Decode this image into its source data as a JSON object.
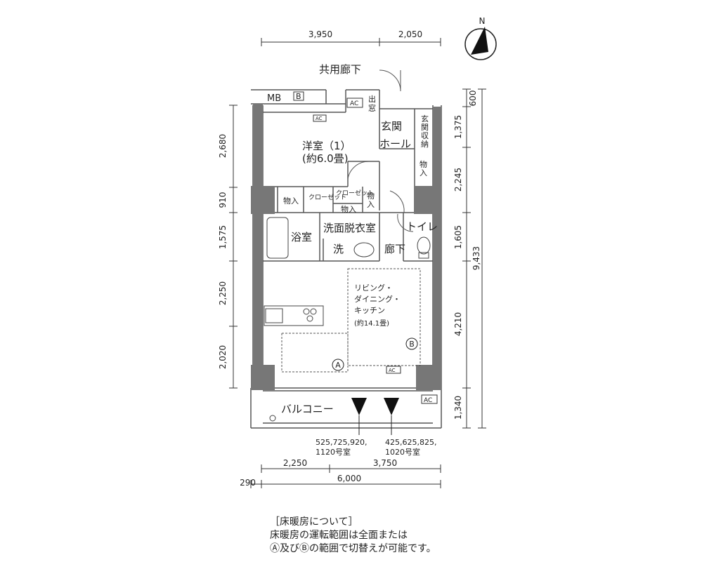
{
  "dimensions": {
    "top": [
      "3,950",
      "2,050"
    ],
    "bottom_upper": [
      "2,250",
      "3,750"
    ],
    "bottom_lower_left": "290",
    "bottom_lower": "6,000",
    "left": [
      "2,680",
      "910",
      "1,575",
      "2,250",
      "2,020"
    ],
    "right_inner": [
      "600",
      "1,375",
      "2,245",
      "1,605",
      "4,210",
      "1,340"
    ],
    "right_total": "9,433"
  },
  "north": "N",
  "labels": {
    "corridor": "共用廊下",
    "mb": "MB",
    "b_box": "B",
    "ac": "AC",
    "exit_window": "出窓",
    "entrance": "玄関",
    "hall": "ホール",
    "entrance_storage": "玄関収納",
    "western_room": "洋室（1）",
    "western_room_size": "(約6.0畳)",
    "storage": "物入",
    "closet": "クローゼット",
    "bathroom": "浴室",
    "washroom": "洗面脱衣室",
    "toilet": "トイレ",
    "washer": "洗",
    "hallway": "廊下",
    "ldk_line1": "リビング・",
    "ldk_line2": "ダイニング・",
    "ldk_line3": "キッチン",
    "ldk_size": "(約14.1畳)",
    "zone_a": "A",
    "zone_b": "B",
    "balcony": "バルコニー",
    "units_left_1": "525,725,920,",
    "units_left_2": "1120号室",
    "units_right_1": "425,625,825,",
    "units_right_2": "1020号室"
  },
  "note": {
    "heading": "［床暖房について］",
    "line1": "床暖房の運転範囲は全面または",
    "line2": "Ⓐ及びⒷの範囲で切替えが可能です。"
  }
}
